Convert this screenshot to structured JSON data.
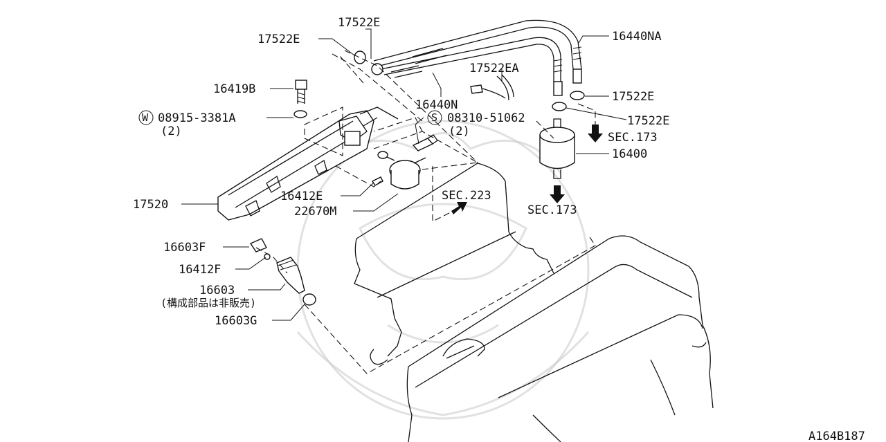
{
  "diagram_code": "A164B187",
  "labels": {
    "l17522E_top": "17522E",
    "l17522E_left": "17522E",
    "l16440NA": "16440NA",
    "l17522EA": "17522EA",
    "l16419B": "16419B",
    "l16440N": "16440N",
    "l17522E_r1": "17522E",
    "l17522E_r2": "17522E",
    "l08915": "08915-3381A",
    "l08915_qty": "(2)",
    "l08310": "08310-51062",
    "l08310_qty": "(2)",
    "l_sec173_a": "SEC.173",
    "l16400": "16400",
    "l_sec173_b": "SEC.173",
    "l_sec223": "SEC.223",
    "l16412E": "16412E",
    "l17520": "17520",
    "l22670M": "22670M",
    "l16603F": "16603F",
    "l16412F": "16412F",
    "l16603": "16603",
    "l_not_sold": "(構成部品は非販売)",
    "l16603G": "16603G"
  },
  "markers": {
    "w": "W",
    "s": "S"
  }
}
